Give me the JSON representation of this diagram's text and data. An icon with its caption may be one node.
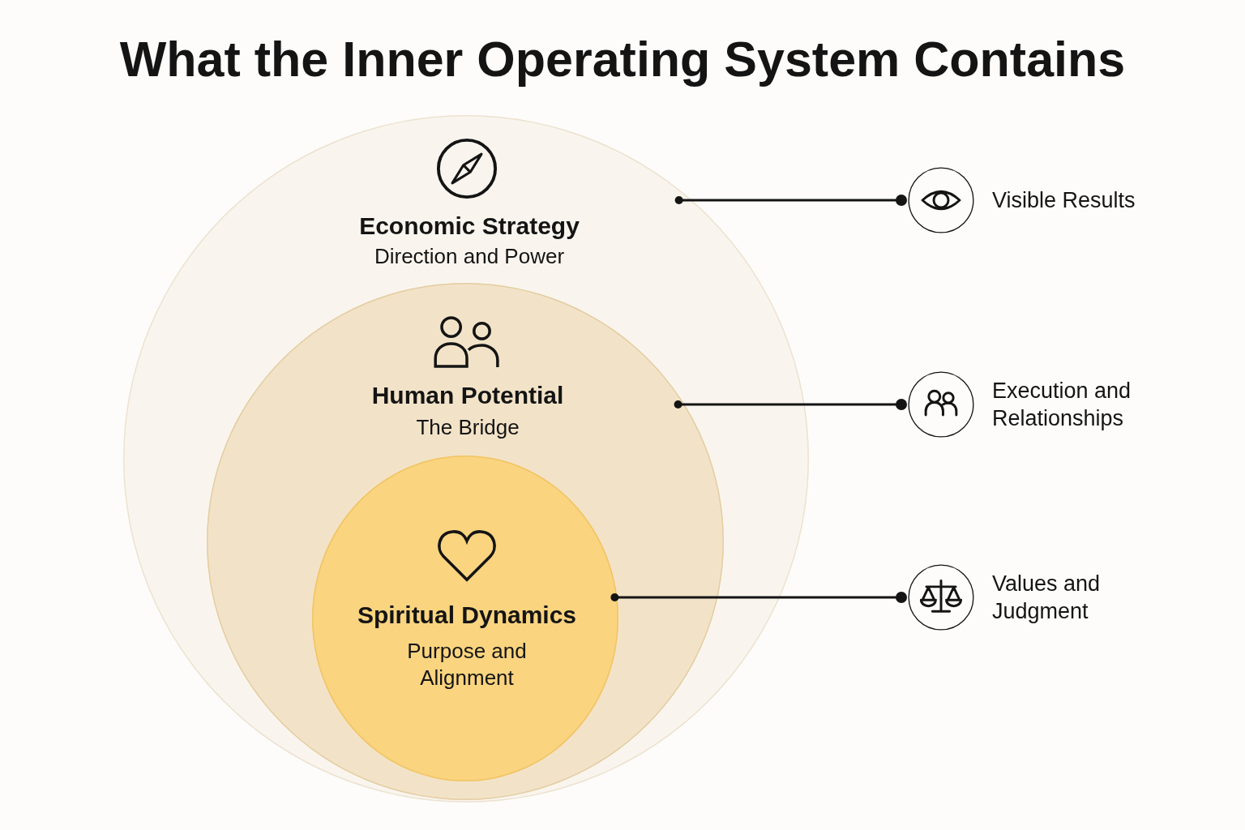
{
  "diagram": {
    "title": "What the Inner Operating System Contains",
    "nodes": [
      {
        "text": [
          "Economic Strategy",
          "Direction and Power"
        ]
      },
      {
        "text": [
          "Human Potential",
          "The Bridge"
        ],
        "in": 0
      },
      {
        "text": [
          "Spiritual Dynamics",
          "Purpose and Alignment"
        ],
        "in": 1
      },
      {
        "text": [],
        "shape": "circle",
        "beside": [
          "Visible Results"
        ]
      },
      {
        "text": [],
        "shape": "circle",
        "beside": [
          "Execution and Relationships"
        ]
      },
      {
        "text": [],
        "shape": "circle",
        "beside": [
          "Values and Judgment"
        ]
      }
    ],
    "edges": [
      {
        "from": 0,
        "to": 3,
        "arrow": "other"
      },
      {
        "from": 1,
        "to": 4,
        "arrow": "other"
      },
      {
        "from": 2,
        "to": 5,
        "arrow": "other"
      }
    ]
  }
}
